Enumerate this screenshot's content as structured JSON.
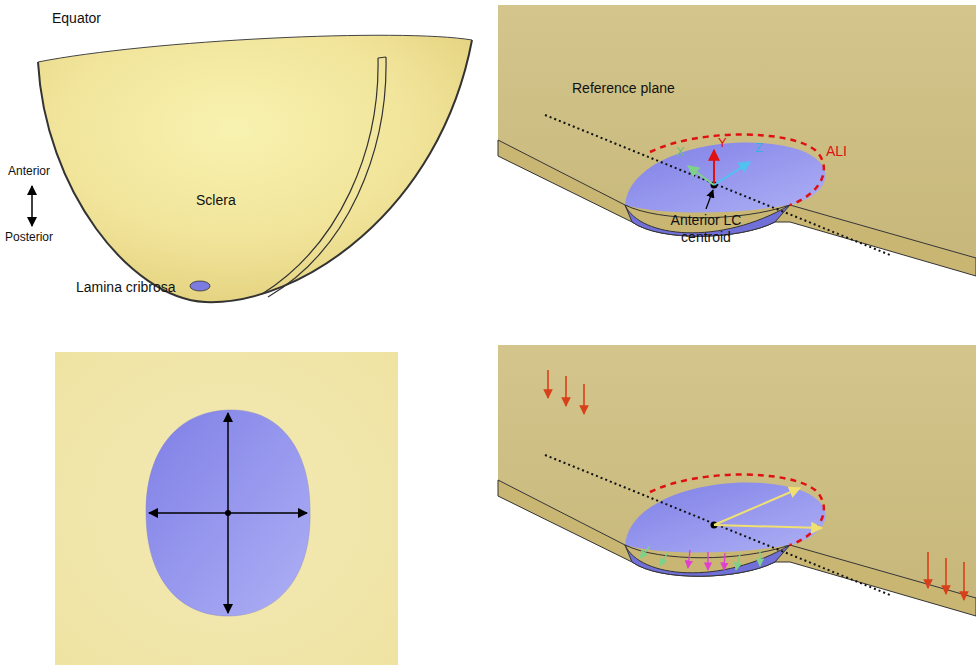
{
  "diagram": {
    "labels": [
      "Equator",
      "Anterior",
      "Posterior",
      "Sclera",
      "Lamina cribrosa",
      "Reference plane",
      "Y",
      "X",
      "Z",
      "ALI",
      "Anterior LC centroid"
    ]
  }
}
